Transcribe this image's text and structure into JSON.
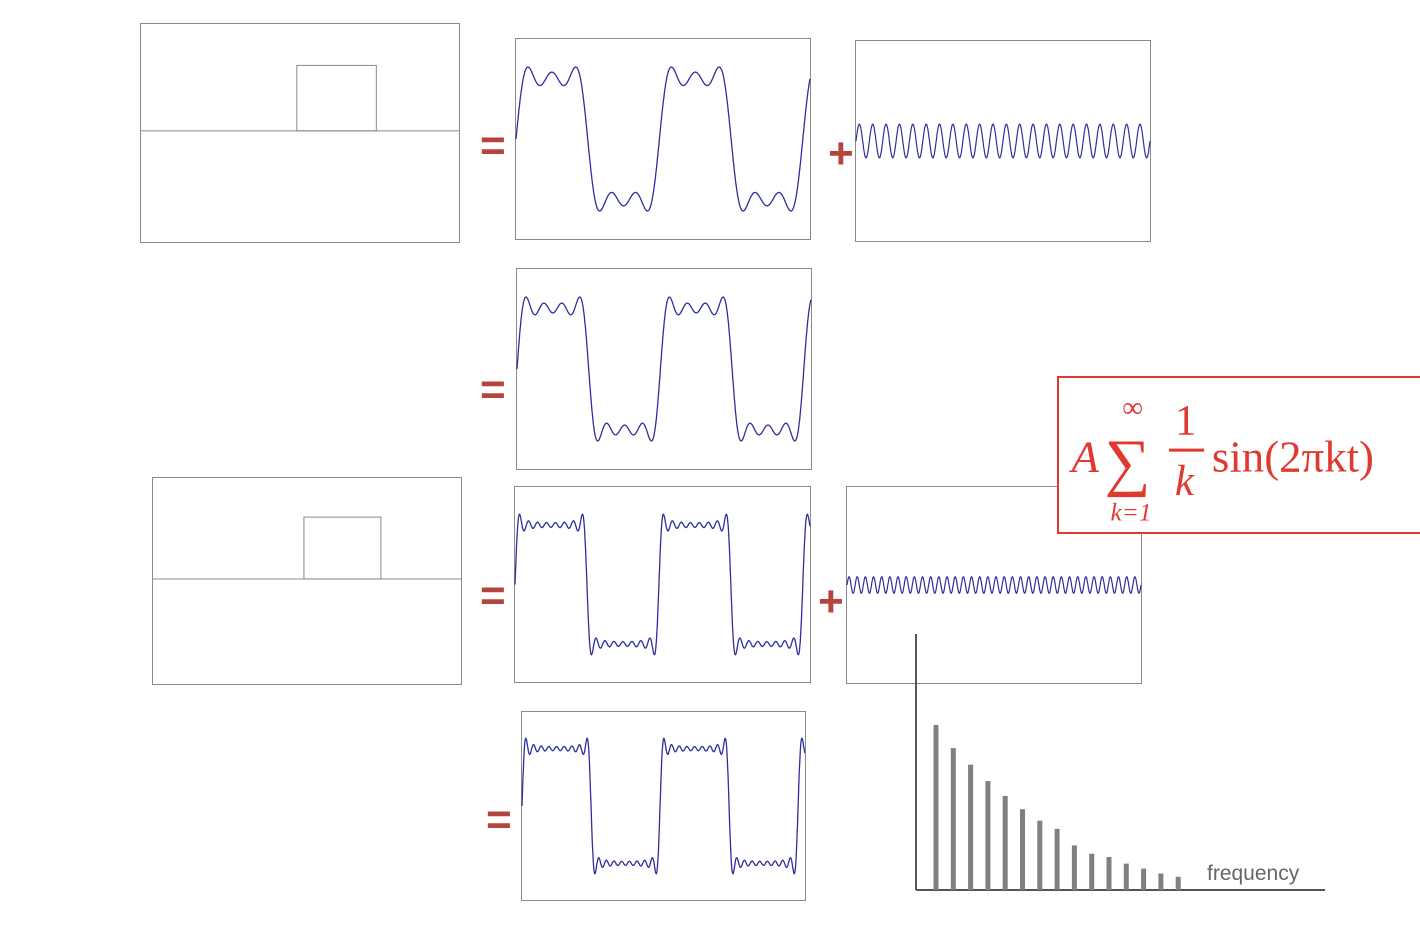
{
  "operators": {
    "equals": "=",
    "plus": "+",
    "color": "#b5443c"
  },
  "wave_color": "#2d2f9c",
  "formula": {
    "amplitude": "A",
    "sum_symbol": "∑",
    "upper_limit": "∞",
    "lower_limit": "k=1",
    "numerator": "1",
    "denominator": "k",
    "function": "sin(2πkt)",
    "color": "#e03a2f"
  },
  "panels": [
    {
      "kind": "box-signal",
      "box_level": 0.55
    },
    {
      "kind": "square-approx",
      "terms": 3
    },
    {
      "kind": "harmonic",
      "periods": 22,
      "amplitude": 0.12
    },
    {
      "kind": "square-approx",
      "terms": 4
    },
    {
      "kind": "box-signal",
      "box_level": 0.55
    },
    {
      "kind": "square-approx",
      "terms": 8
    },
    {
      "kind": "harmonic",
      "periods": 36,
      "amplitude": 0.06
    },
    {
      "kind": "square-approx",
      "terms": 9
    }
  ],
  "spectrum": {
    "xlabel": "frequency",
    "bar_color": "#808080",
    "values": [
      1.0,
      0.86,
      0.76,
      0.66,
      0.57,
      0.49,
      0.42,
      0.37,
      0.27,
      0.22,
      0.2,
      0.16,
      0.13,
      0.1,
      0.08
    ]
  }
}
